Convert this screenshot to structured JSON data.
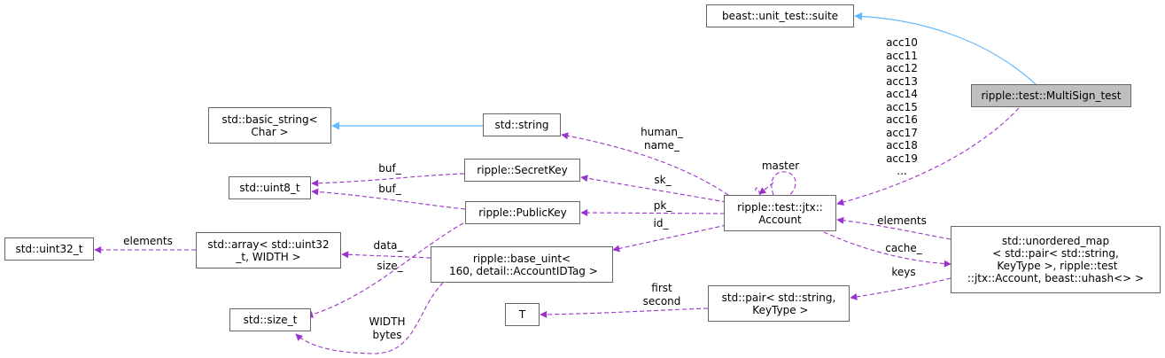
{
  "nodes": {
    "suite": "beast::unit_test::suite",
    "multisign": "ripple::test::MultiSign_test",
    "basic_string": "std::basic_string<\nChar >",
    "string": "std::string",
    "uint8": "std::uint8_t",
    "secretkey": "ripple::SecretKey",
    "publickey": "ripple::PublicKey",
    "account": "ripple::test::jtx::\nAccount",
    "uint32": "std::uint32_t",
    "array": "std::array< std::uint32\n_t, WIDTH >",
    "base_uint": "ripple::base_uint<\n 160, detail::AccountIDTag >",
    "unordered_map": "std::unordered_map\n< std::pair< std::string,\n KeyType >, ripple::test\n::jtx::Account, beast::uhash<> >",
    "size_t": "std::size_t",
    "T": "T",
    "pair": "std::pair< std::string,\n KeyType >"
  },
  "edge_labels": {
    "acc_list": "acc10\nacc11\nacc12\nacc13\nacc14\nacc15\nacc16\nacc17\nacc18\nacc19\n...",
    "human_name": "human_\nname_",
    "master": "master",
    "sk": "sk_",
    "pk": "pk_",
    "id": "id_",
    "buf1": "buf_",
    "buf2": "buf_",
    "elements_uint32": "elements",
    "data": "data_",
    "size": "size_",
    "elements_account": "elements",
    "cache": "cache_",
    "keys": "keys",
    "first_second": "first\nsecond",
    "width_bytes": "WIDTH\nbytes"
  },
  "colors": {
    "inheritance": "#63b8ff",
    "usage": "#9a32cd",
    "node_border": "#666666",
    "highlight_fill": "#bfbfbf"
  }
}
